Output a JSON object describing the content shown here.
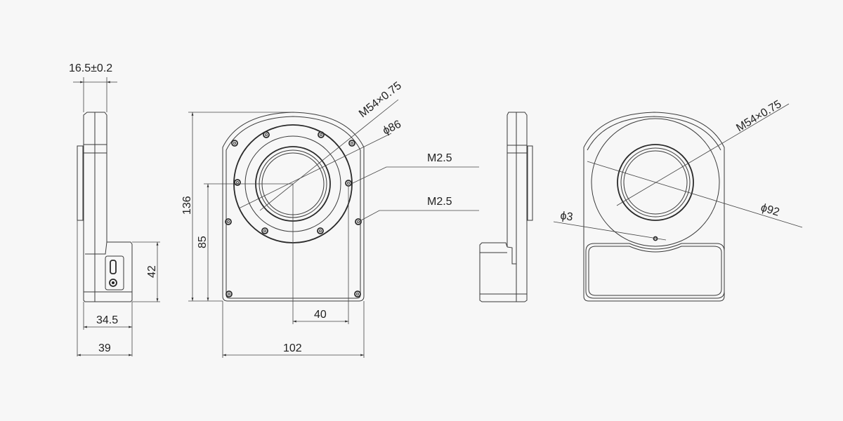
{
  "title": "Mechanical dimension drawing",
  "views": {
    "side_left": {
      "dim_thickness": "16.5±0.2",
      "dim_base_height": "42",
      "dim_base_depth": "34.5",
      "dim_total_depth": "39"
    },
    "front": {
      "dim_height_total": "136",
      "dim_center_height": "85",
      "dim_center_offset": "40",
      "dim_width": "102",
      "thread": "M54×0.75",
      "flange_dia": "ϕ86",
      "screw_top": "M2.5",
      "screw_bottom": "M2.5"
    },
    "side_right": {},
    "back": {
      "thread": "M54×0.75",
      "outer_dia": "ϕ92",
      "hole_dia": "ϕ3"
    }
  },
  "colors": {
    "background": "#f7f7f7",
    "line": "#333333"
  }
}
